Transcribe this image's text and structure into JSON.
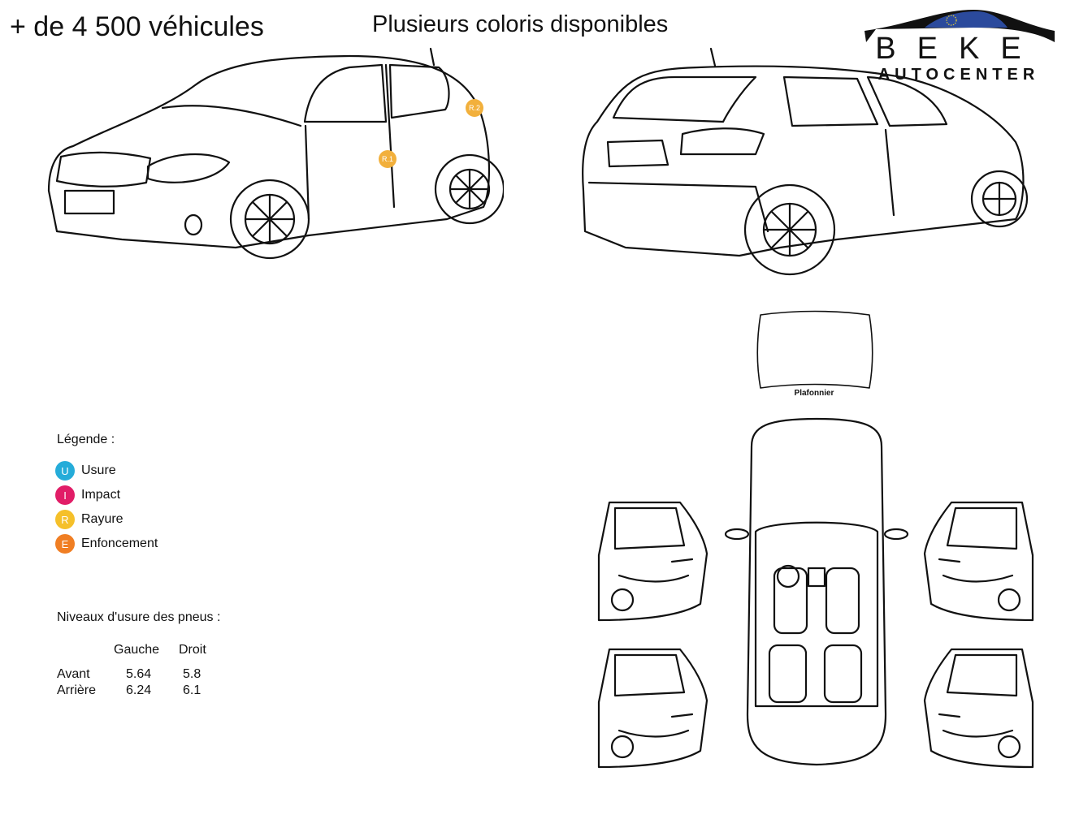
{
  "header": {
    "headline": "+ de 4 500 véhicules",
    "subline": "Plusieurs coloris disponibles"
  },
  "logo": {
    "brand": "BEKE",
    "sub": "AUTOCENTER",
    "colors": {
      "blue": "#2b4a9c",
      "stars": "#e8d230"
    }
  },
  "markers": [
    {
      "label": "R.1",
      "color": "#f2b03c"
    },
    {
      "label": "R.2",
      "color": "#f2b03c"
    }
  ],
  "diagram": {
    "roof_label": "Plafonnier"
  },
  "legend": {
    "title": "Légende :",
    "items": [
      {
        "code": "U",
        "label": "Usure",
        "color": "#1aa8d8"
      },
      {
        "code": "I",
        "label": "Impact",
        "color": "#e0115f"
      },
      {
        "code": "R",
        "label": "Rayure",
        "color": "#f5bd1f"
      },
      {
        "code": "E",
        "label": "Enfoncement",
        "color": "#f07818"
      }
    ]
  },
  "tires": {
    "title": "Niveaux d'usure des pneus :",
    "columns": [
      "Gauche",
      "Droit"
    ],
    "rows": [
      {
        "label": "Avant",
        "gauche": "5.64",
        "droit": "5.8"
      },
      {
        "label": "Arrière",
        "gauche": "6.24",
        "droit": "6.1"
      }
    ]
  }
}
